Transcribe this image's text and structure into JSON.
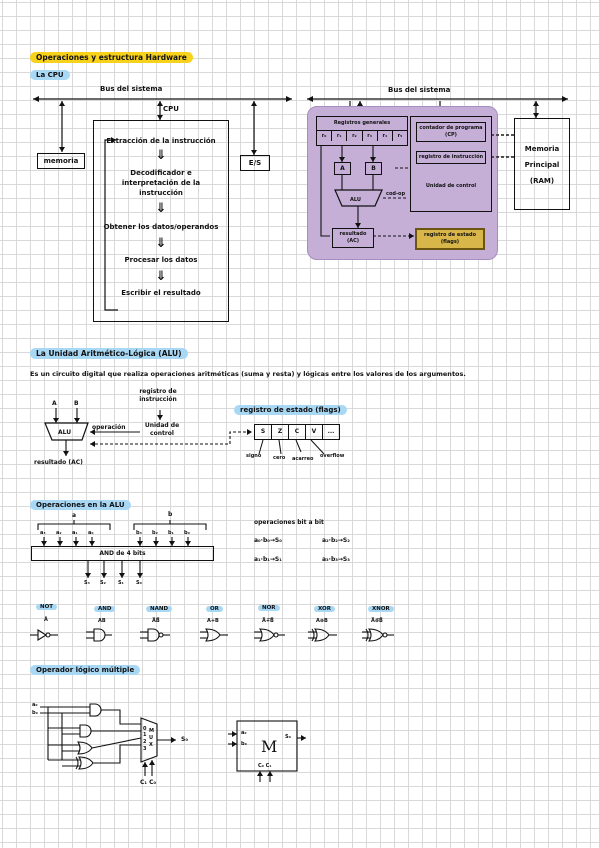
{
  "title": "Operaciones y estructura Hardware",
  "cpu_section": {
    "heading": "La CPU",
    "bus_left": "Bus del sistema",
    "bus_right": "Bus del sistema",
    "cpu_label": "CPU",
    "memoria": "memoria",
    "es": "E/S",
    "steps": [
      "Extracción de la instrucción",
      "Decodificador e interpretación de la instrucción",
      "Obtener los datos/operandos",
      "Procesar los datos",
      "Escribir el resultado"
    ],
    "arrow": "⇓",
    "registros_generales": "Registros generales",
    "registers": [
      "r₀",
      "r₁",
      "r₂",
      "r₃",
      "r₄",
      "r₅"
    ],
    "reg_a": "A",
    "reg_b": "B",
    "alu": "ALU",
    "cod_op": "cod-op",
    "contador": "contador de programa (CP)",
    "registro_instruccion": "registro de instrucción",
    "unidad_control": "Unidad de control",
    "resultado": "resultado (AC)",
    "registro_estado": "registro de estado (flags)",
    "memoria_principal": "Memoria Principal (RAM)"
  },
  "alu_section": {
    "heading": "La Unidad Aritmético-Lógica (ALU)",
    "description": "Es un circuito digital que realiza operaciones aritméticas (suma y resta) y lógicas entre los valores de los argumentos.",
    "input_a": "A",
    "input_b": "B",
    "alu": "ALU",
    "operacion": "operación",
    "registro_instruccion": "registro de instrucción",
    "unidad_control": "Unidad de control",
    "resultado": "resultado (AC)",
    "registro_estado": "registro de estado (flags)",
    "flags": [
      "S",
      "Z",
      "C",
      "V",
      "..."
    ],
    "flag_names": [
      "signo",
      "cero",
      "acarreo",
      "overflow"
    ]
  },
  "ops_section": {
    "heading": "Operaciones en la ALU",
    "label_a": "a",
    "label_b": "b",
    "a_bits": [
      "a₃",
      "a₂",
      "a₁",
      "a₀"
    ],
    "b_bits": [
      "b₃",
      "b₂",
      "b₁",
      "b₀"
    ],
    "and_box": "AND de 4 bits",
    "s_bits": [
      "S₃",
      "S₂",
      "S₁",
      "S₀"
    ],
    "bitwise_title": "operaciones bit a bit",
    "bitwise": [
      "a₀·b₀→S₀",
      "a₂·b₂→S₂",
      "a₁·b₁→S₁",
      "a₃·b₃→S₃"
    ]
  },
  "gates": [
    {
      "name": "NOT",
      "expr": "Ā"
    },
    {
      "name": "AND",
      "expr": "AB"
    },
    {
      "name": "NAND",
      "expr": "A̅B̅"
    },
    {
      "name": "OR",
      "expr": "A+B"
    },
    {
      "name": "NOR",
      "expr": "A̅+̅B̅"
    },
    {
      "name": "XOR",
      "expr": "A⊕B"
    },
    {
      "name": "XNOR",
      "expr": "A̅⊕̅B̅"
    }
  ],
  "multi_section": {
    "heading": "Operador lógico múltiple",
    "in_a": "a₀",
    "in_b": "b₀",
    "mux": "MUX",
    "mux_pins": [
      "0",
      "1",
      "2",
      "3"
    ],
    "out": "S₀",
    "ctrl": "C₁ C₀",
    "m_box": "M",
    "m_in_a": "a₀",
    "m_in_b": "b₀",
    "m_out": "S₀",
    "m_ctrl": "C₀ C₁"
  }
}
